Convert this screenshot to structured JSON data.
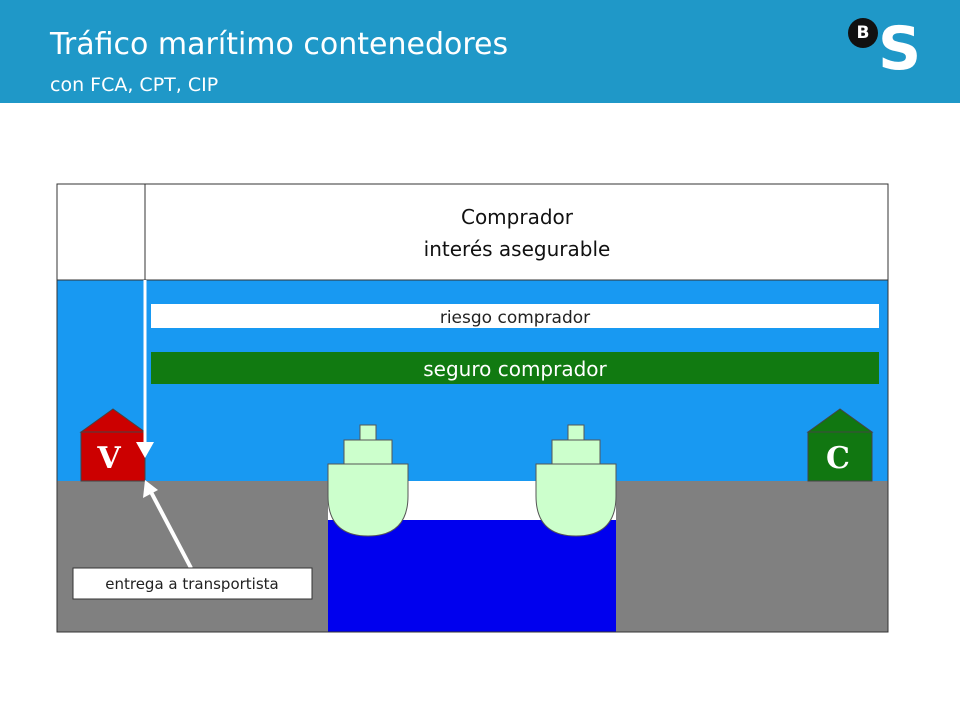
{
  "header": {
    "title": "Tráfico marítimo contenedores",
    "subtitle": "con FCA, CPT, CIP",
    "logo_b": "B",
    "logo_s": "S"
  },
  "diagram": {
    "buyer_box": {
      "line1": "Comprador",
      "line2": "interés asegurable"
    },
    "risk_bar": "riesgo comprador",
    "insurance_bar": "seguro comprador",
    "seller_house": "V",
    "buyer_house": "C",
    "delivery_label": "entrega a transportista"
  },
  "colors": {
    "header": "#1f98c8",
    "sky": "#1899f2",
    "water": "#0000ee",
    "ground": "#808080",
    "insurance_bar": "#117a11",
    "seller_house": "#cc0000",
    "buyer_house": "#117711",
    "ship": "#ccffcc"
  }
}
